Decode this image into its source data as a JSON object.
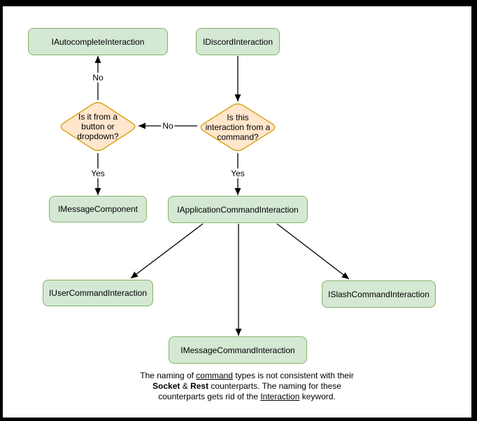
{
  "diagram": {
    "nodes": {
      "autocomplete": {
        "label": "IAutocompleteInteraction"
      },
      "discord": {
        "label": "IDiscordInteraction"
      },
      "message_component": {
        "label": "IMessageComponent"
      },
      "application_command": {
        "label": "IApplicationCommandInteraction"
      },
      "user_command": {
        "label": "IUserCommandInteraction"
      },
      "slash_command": {
        "label": "ISlashCommandInteraction"
      },
      "message_command": {
        "label": "IMessageCommandInteraction"
      }
    },
    "decisions": {
      "button_or_dropdown": {
        "label": "Is it from a\nbutton or\ndropdown?"
      },
      "from_command": {
        "label": "Is this\ninteraction from a\ncommand?"
      }
    },
    "edge_labels": {
      "no_to_autocomplete": "No",
      "no_between_decisions": "No",
      "yes_to_message_component": "Yes",
      "yes_to_application_command": "Yes"
    },
    "note": {
      "line1_pre": "The naming of ",
      "line1_underlined": "command",
      "line1_post": " types is not consistent with their",
      "line2_bold1": "Socket",
      "line2_mid": " & ",
      "line2_bold2": "Rest",
      "line2_post": " counterparts. The naming for these",
      "line3_pre": "counterparts gets rid of the ",
      "line3_underlined": "Interaction",
      "line3_post": " keyword."
    },
    "colors": {
      "node_fill": "#d5e8d4",
      "node_border": "#82b366",
      "decision_fill": "#ffe6cc",
      "decision_border": "#d79b00",
      "arrow": "#000000",
      "canvas": "#ffffff",
      "frame": "#000000"
    }
  }
}
